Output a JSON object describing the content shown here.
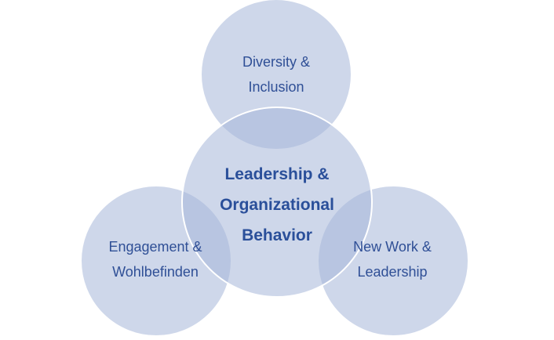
{
  "diagram": {
    "center": {
      "lines": [
        "Leadership &",
        "Organizational",
        "Behavior"
      ]
    },
    "top": {
      "lines": [
        "Diversity &",
        "Inclusion"
      ]
    },
    "left": {
      "lines": [
        "Engagement &",
        "Wohlbefinden"
      ]
    },
    "right": {
      "lines": [
        "New Work &",
        "Leadership"
      ]
    }
  },
  "colors": {
    "circle_fill": "#a5b6d8",
    "text": "#2f4f96",
    "center_text": "#2a4f9a"
  }
}
